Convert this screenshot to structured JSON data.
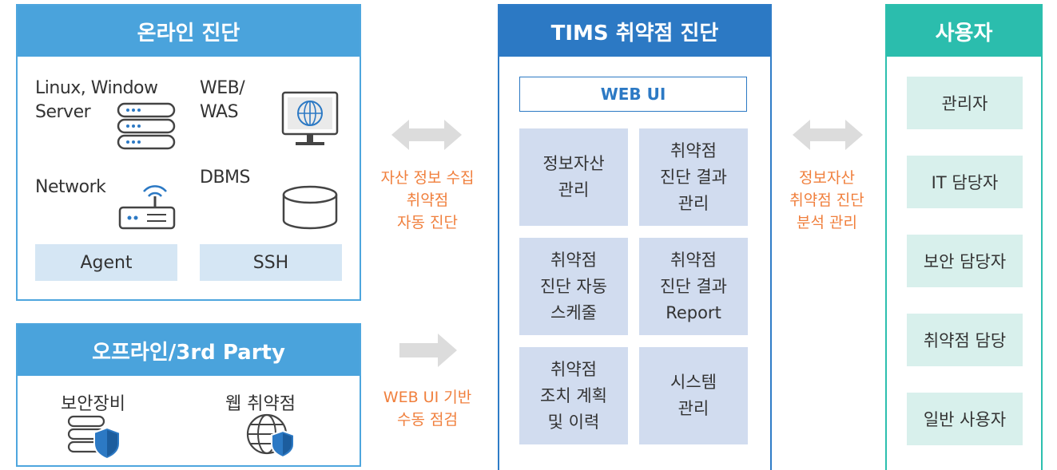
{
  "online": {
    "title": "온라인 진단",
    "items": {
      "server": "Linux, Window\nServer",
      "web": "WEB/\nWAS",
      "network": "Network",
      "dbms": "DBMS"
    },
    "protocols": {
      "agent": "Agent",
      "ssh": "SSH"
    }
  },
  "offline": {
    "title": "오프라인/3rd Party",
    "items": {
      "security_equipment": "보안장비",
      "web_vuln": "웹 취약점"
    }
  },
  "flow": {
    "online_text": "자산 정보 수집\n취약점\n자동 진단",
    "offline_text": "WEB UI 기반\n수동 점검",
    "users_text": "정보자산\n취약점 진단\n분석 관리"
  },
  "tims": {
    "title": "TIMS 취약점 진단",
    "web_ui": "WEB UI",
    "functions": [
      "정보자산\n관리",
      "취약점\n진단 결과\n관리",
      "취약점\n진단 자동\n스케줄",
      "취약점\n진단 결과\nReport",
      "취약점\n조치 계획\n및 이력",
      "시스템\n관리"
    ]
  },
  "users": {
    "title": "사용자",
    "roles": [
      "관리자",
      "IT 담당자",
      "보안 담당자",
      "취약점 담당",
      "일반 사용자"
    ]
  },
  "colors": {
    "online_header": "#4aa3dc",
    "tims_header": "#2c79c4",
    "users_header": "#2bbdad",
    "accent_text": "#f07f3c",
    "func_box": "#d1dcef",
    "user_box": "#d8f0ec",
    "protocol_box": "#d5e6f4",
    "arrow": "#dcdcdc"
  }
}
